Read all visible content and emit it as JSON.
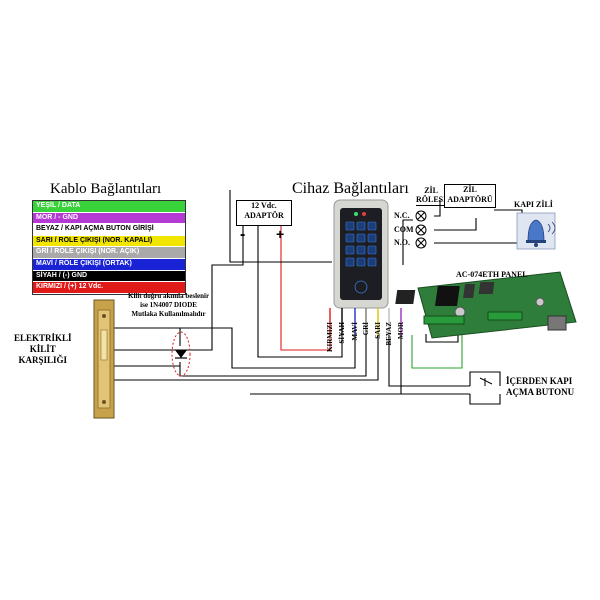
{
  "titles": {
    "cable": "Kablo Bağlantıları",
    "device": "Cihaz Bağlantıları"
  },
  "legend": [
    {
      "label": "YEŞİL / DATA",
      "bg": "#39d23a",
      "fg": "#ffffff"
    },
    {
      "label": "MOR / - GND",
      "bg": "#b53ad4",
      "fg": "#ffffff"
    },
    {
      "label": "BEYAZ / KAPI AÇMA BUTON GİRİŞİ",
      "bg": "#ffffff",
      "fg": "#000000"
    },
    {
      "label": "SARI / RÖLE ÇIKIŞI (NOR. KAPALI)",
      "bg": "#f2e600",
      "fg": "#000000"
    },
    {
      "label": "GRİ / RÖLE ÇIKIŞI (NOR. AÇIK)",
      "bg": "#a9a9a9",
      "fg": "#ffffff"
    },
    {
      "label": "MAVİ / RÖLE ÇIKIŞI (ORTAK)",
      "bg": "#1a22d6",
      "fg": "#ffffff"
    },
    {
      "label": "SİYAH / (-) GND",
      "bg": "#000000",
      "fg": "#ffffff"
    },
    {
      "label": "KIRMIZI / (+) 12 Vdc.",
      "bg": "#e01919",
      "fg": "#ffffff"
    }
  ],
  "adapter": {
    "line1": "12 Vdc.",
    "line2": "ADAPTÖR",
    "minus": "-",
    "plus": "+"
  },
  "relay": {
    "line1": "ZİL",
    "line2": "RÖLESİ",
    "nc": "N.C.",
    "com": "COM",
    "no": "N.O."
  },
  "bell_adapter": {
    "line1": "ZİL",
    "line2": "ADAPTÖRÜ"
  },
  "bell": {
    "label": "KAPI ZİLİ"
  },
  "panel": {
    "label": "AC-074ETH PANEL"
  },
  "lock": {
    "line1": "ELEKTRİKLİ",
    "line2": "KİLİT",
    "line3": "KARŞILIĞI"
  },
  "diode_note": {
    "line1": "Kilit doğru akımla beslenir",
    "line2": "ise 1N4007 DIODE",
    "line3": "Mutlaka Kullanılmalıdır"
  },
  "exit_button": {
    "line1": "İÇERDEN KAPI",
    "line2": "AÇMA BUTONU"
  },
  "pins": [
    "KIRMIZI",
    "SİYAH",
    "MAVİ",
    "GRİ",
    "SARI",
    "BEYAZ",
    "MOR"
  ],
  "colors": {
    "red": "#e01919",
    "green": "#2aa42a",
    "black": "#000000",
    "gray": "#777777",
    "yellow": "#d9c800",
    "blue": "#2530c8",
    "purple": "#9b2fb8",
    "bronze": "#c8a24a"
  }
}
